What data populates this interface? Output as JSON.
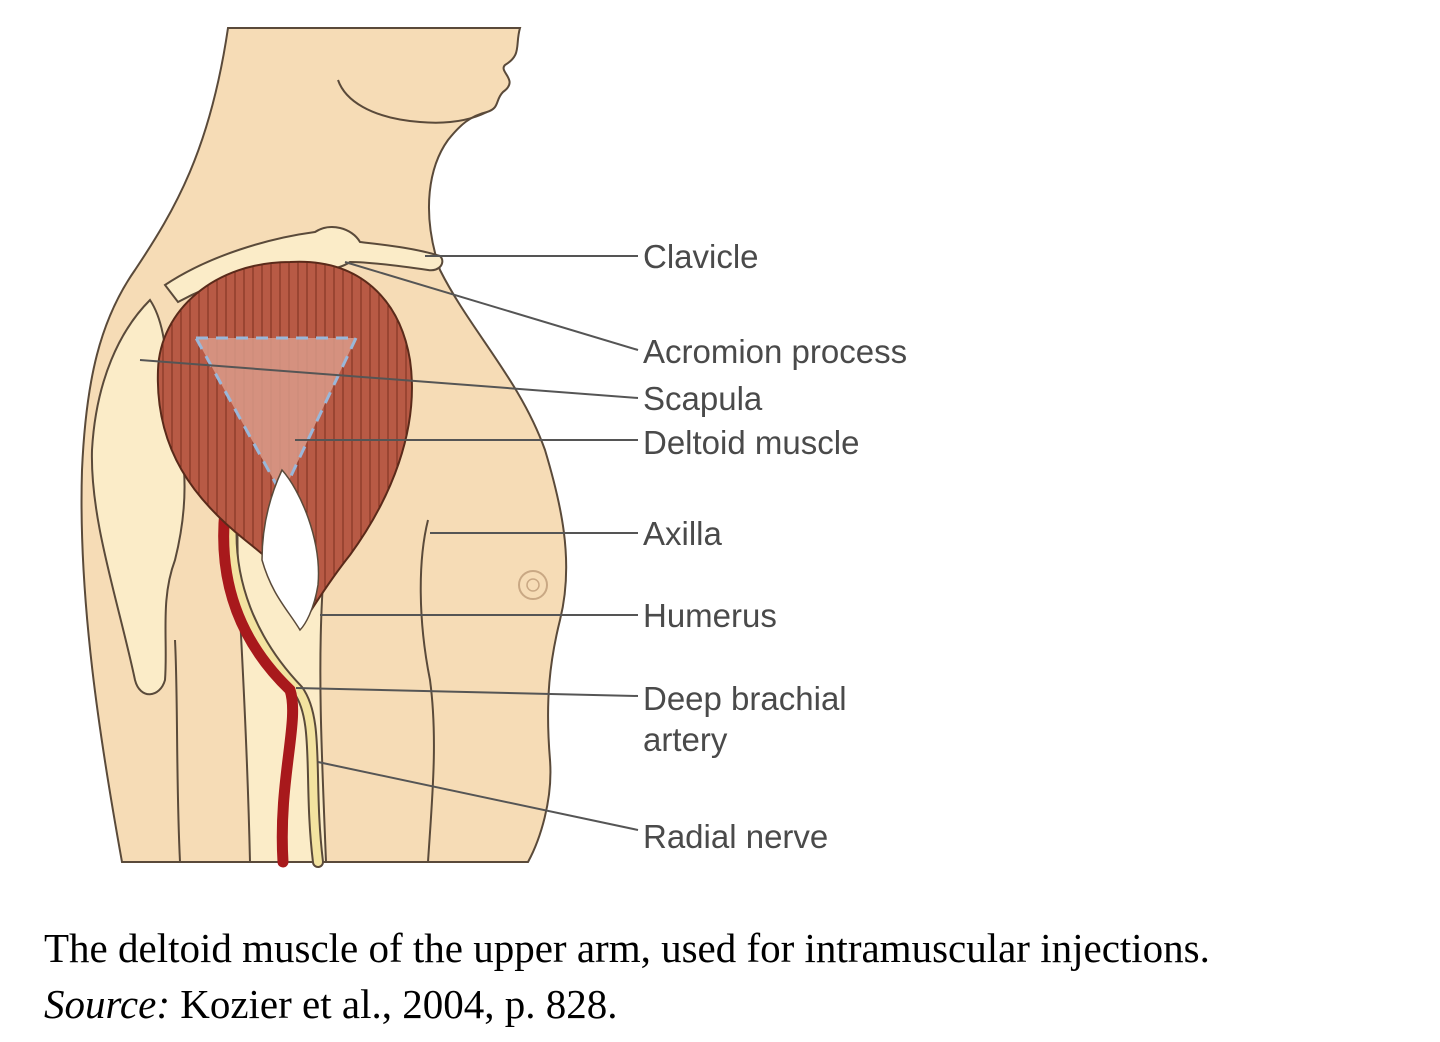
{
  "labels": {
    "clavicle": "Clavicle",
    "acromion": "Acromion process",
    "scapula": "Scapula",
    "deltoid": "Deltoid muscle",
    "axilla": "Axilla",
    "humerus": "Humerus",
    "deep_brachial_1": "Deep brachial",
    "deep_brachial_2": "artery",
    "radial_nerve": "Radial nerve"
  },
  "caption": {
    "text": "The deltoid muscle of the upper arm, used for intramuscular injections.",
    "source_label": "Source:",
    "source_text": "Kozier et al., 2004, p. 828."
  },
  "colors": {
    "skin": "#f6dcb6",
    "bone": "#fbecc8",
    "muscle": "#b85a45",
    "injection_site": "#d99b8a",
    "artery": "#a8191c",
    "nerve": "#f3e3a0",
    "outline": "#5a4a3a",
    "leader_line": "#555555"
  }
}
